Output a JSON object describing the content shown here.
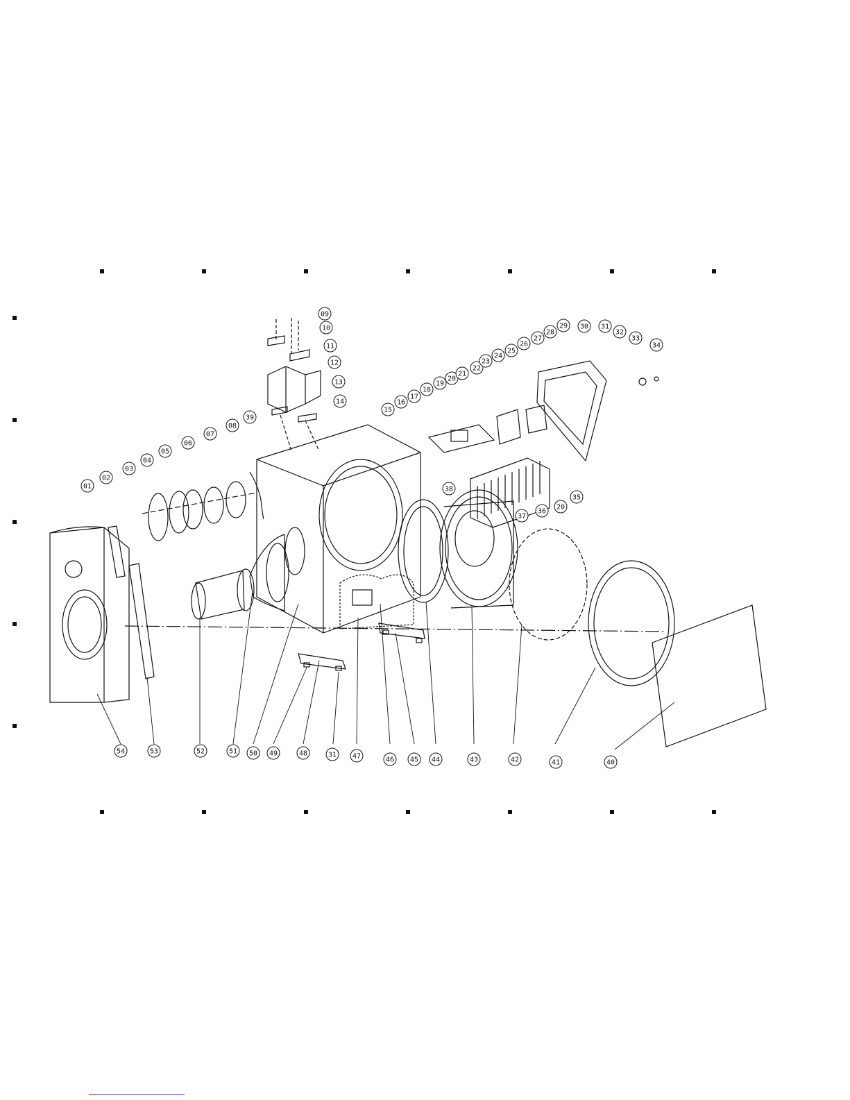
{
  "diagram": {
    "callouts": [
      "01",
      "02",
      "03",
      "04",
      "05",
      "06",
      "07",
      "08",
      "09",
      "10",
      "11",
      "12",
      "13",
      "14",
      "15",
      "16",
      "17",
      "18",
      "19",
      "20",
      "21",
      "22",
      "23",
      "24",
      "25",
      "26",
      "27",
      "28",
      "29",
      "30",
      "31",
      "32",
      "33",
      "34",
      "35",
      "20",
      "36",
      "37",
      "38",
      "39",
      "40",
      "41",
      "42",
      "43",
      "44",
      "45",
      "46",
      "47",
      "31",
      "48",
      "49",
      "50",
      "51",
      "52",
      "53",
      "54"
    ]
  },
  "colors": {
    "ink": "#111111",
    "paper": "#ffffff",
    "link": "#3a3ad6"
  }
}
